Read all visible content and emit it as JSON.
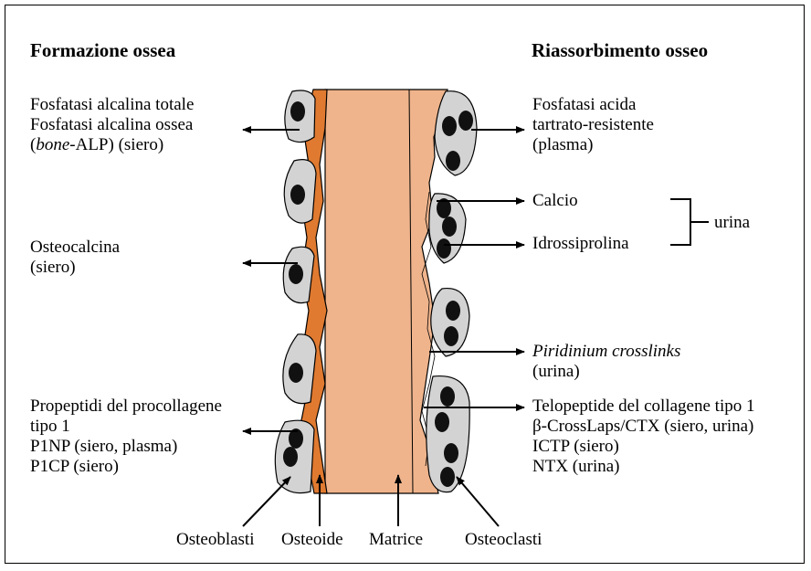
{
  "headings": {
    "left": "Formazione ossea",
    "right": "Riassorbimento osseo"
  },
  "left_labels": {
    "alp": [
      "Fosfatasi alcalina totale",
      "Fosfatasi alcalina ossea"
    ],
    "alp_line3": {
      "italic": "bone",
      "rest": "-ALP) (siero)",
      "open": "("
    },
    "osteocalcina": [
      "Osteocalcina",
      "(siero)"
    ],
    "propeptidi": [
      "Propeptidi del procollagene",
      "tipo 1",
      "P1NP (siero, plasma)",
      "P1CP (siero)"
    ]
  },
  "right_labels": {
    "acida": [
      "Fosfatasi acida",
      "tartrato-resistente",
      "(plasma)"
    ],
    "calcio": "Calcio",
    "idrossiprolina": "Idrossiprolina",
    "urina_brace": "urina",
    "piridinium": "Piridinium crosslinks",
    "piridinium_sub": "(urina)",
    "telopeptide": [
      "Telopeptide del collagene tipo 1",
      "β-CrossLaps/CTX (siero, urina)",
      "ICTP (siero)",
      "NTX (urina)"
    ]
  },
  "bottom_labels": {
    "osteoblasti": "Osteoblasti",
    "osteoide": "Osteoide",
    "matrice": "Matrice",
    "osteoclasti": "Osteoclasti"
  },
  "colors": {
    "matrix": "#EFB48C",
    "osteoid": "#E07A30",
    "cell": "#D3D3D3",
    "nucleus": "#111111"
  }
}
